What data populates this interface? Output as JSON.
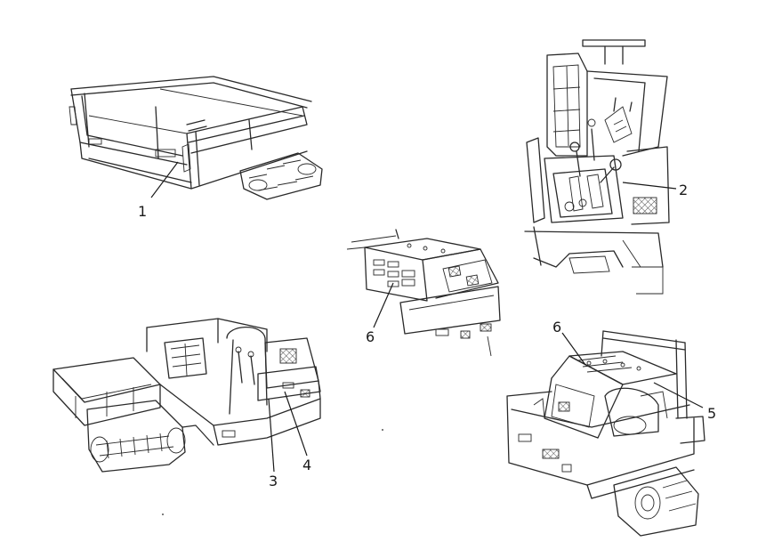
{
  "callouts": [
    {
      "id": "c1",
      "label": "1"
    },
    {
      "id": "c2",
      "label": "2"
    },
    {
      "id": "c3",
      "label": "3"
    },
    {
      "id": "c4",
      "label": "4"
    },
    {
      "id": "c5",
      "label": "5"
    },
    {
      "id": "c6a",
      "label": "6"
    },
    {
      "id": "c6b",
      "label": "6"
    }
  ],
  "colors": {
    "line": "#2a2a2a",
    "background": "#ffffff"
  }
}
